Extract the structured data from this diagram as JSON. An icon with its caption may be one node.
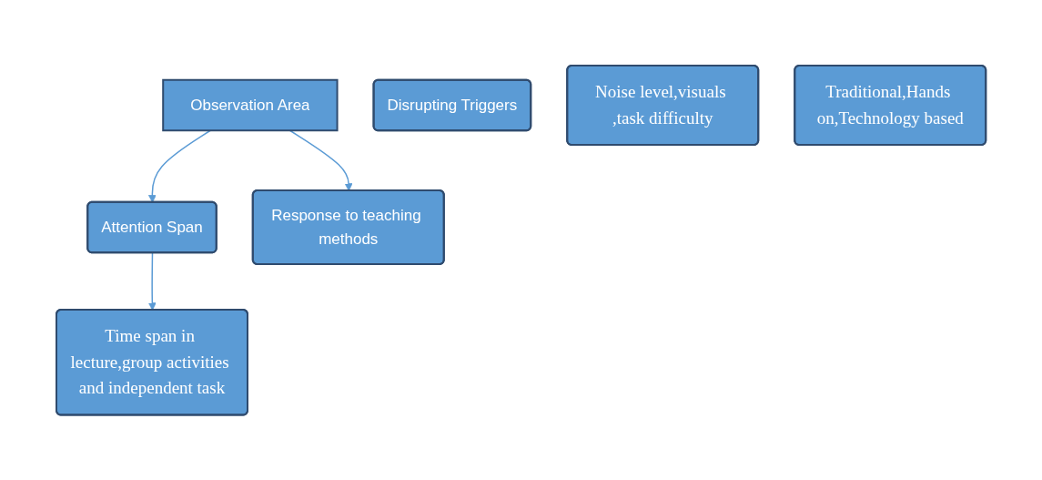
{
  "diagram": {
    "nodes": [
      {
        "text": [
          "Observation Area"
        ]
      },
      {
        "text": [
          "Attention Span"
        ]
      },
      {
        "text": [
          "Disrupting Triggers"
        ]
      },
      {
        "text": [
          "Response to teaching methods"
        ]
      },
      {
        "text": [
          "Time span in lecture,group activities and independent task"
        ]
      },
      {
        "text": [
          "Noise level,visuals ,task difficulty"
        ]
      },
      {
        "text": [
          "Traditional,Hands on,Technology based"
        ]
      }
    ],
    "edges": [
      {
        "from": 0,
        "to": 1,
        "arrow": "to"
      },
      {
        "from": 0,
        "to": 3,
        "arrow": "to"
      },
      {
        "from": 1,
        "to": 4,
        "arrow": "to"
      }
    ]
  }
}
